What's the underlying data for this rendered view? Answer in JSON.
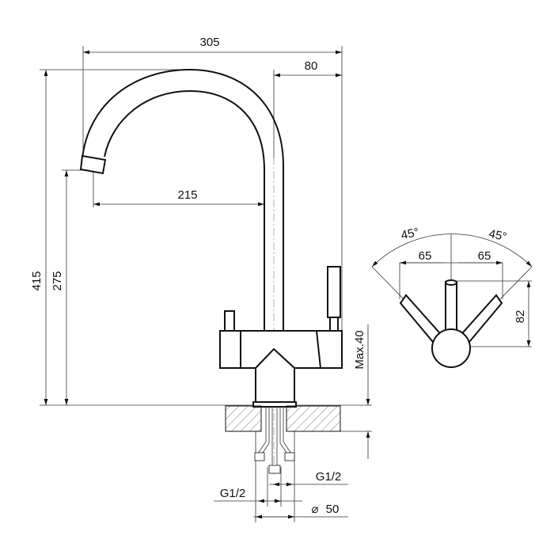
{
  "drawing": {
    "side_view": {
      "overall_width": "305",
      "spout_offset": "80",
      "spout_reach": "215",
      "overall_height": "415",
      "spout_height": "275",
      "max_counter_thickness": "Max.40",
      "connection_left": "G1/2",
      "connection_right": "G1/2",
      "hole_diameter": "50",
      "diameter_symbol": "⌀"
    },
    "top_view": {
      "angle_left": "45°",
      "angle_right": "45°",
      "offset_left": "65",
      "offset_right": "65",
      "handle_depth": "82"
    }
  }
}
